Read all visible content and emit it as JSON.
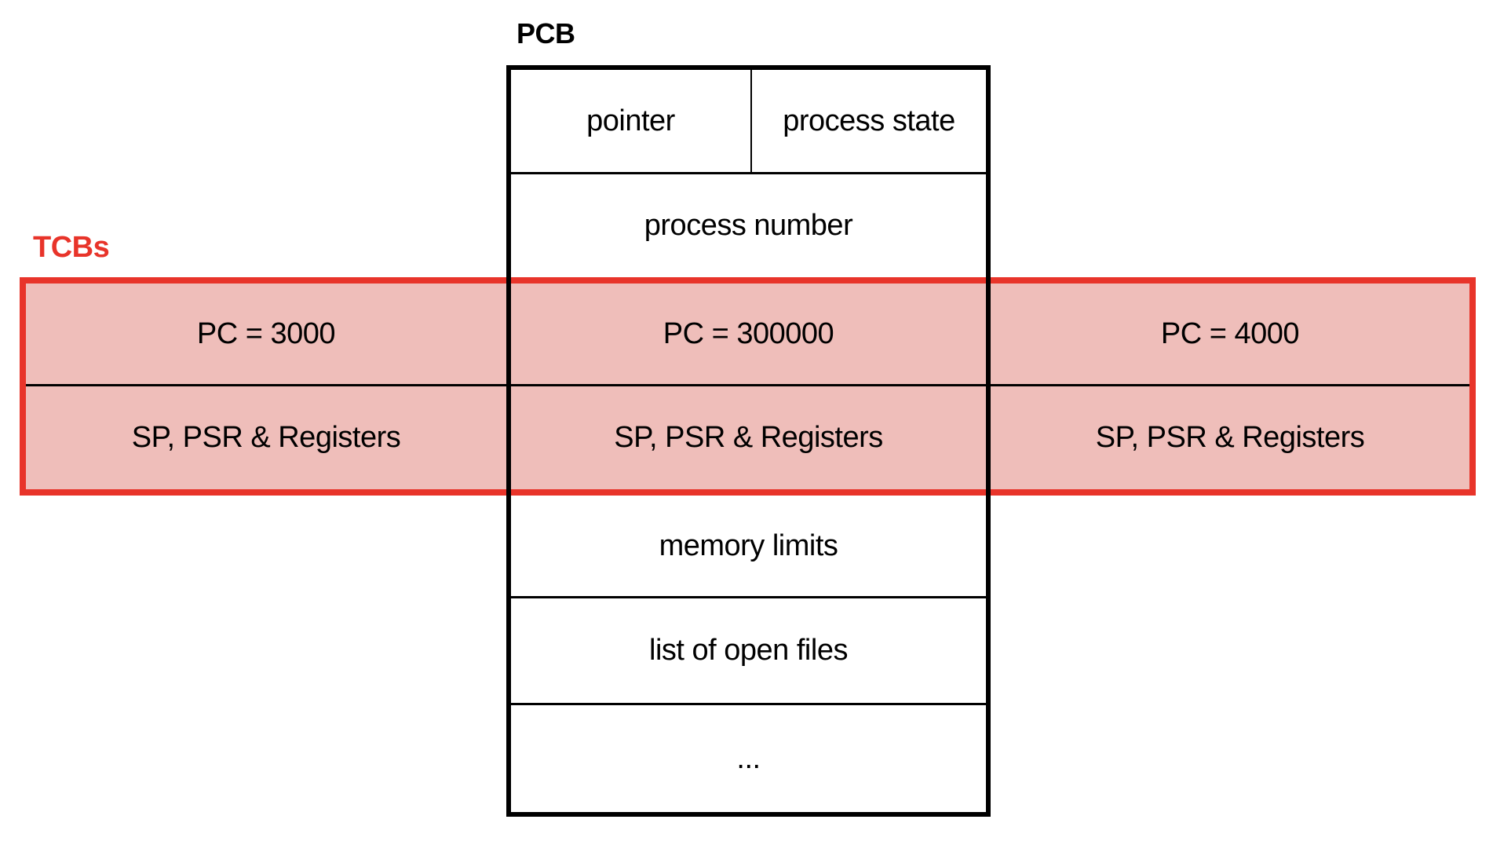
{
  "pcb": {
    "label": "PCB",
    "cells": {
      "pointer": "pointer",
      "process_state": "process state",
      "process_number": "process number",
      "memory_limits": "memory limits",
      "open_files": "list of open files",
      "ellipsis": "..."
    }
  },
  "tcbs": {
    "label": "TCBs",
    "columns": [
      {
        "pc": "PC = 3000",
        "registers": "SP, PSR & Registers"
      },
      {
        "pc": "PC = 300000",
        "registers": "SP, PSR & Registers"
      },
      {
        "pc": "PC = 4000",
        "registers": "SP, PSR & Registers"
      }
    ]
  },
  "colors": {
    "band_border": "#e8342a",
    "band_fill": "#efbeba",
    "box_border": "#000000",
    "background": "#ffffff",
    "label_red": "#e8342a"
  }
}
